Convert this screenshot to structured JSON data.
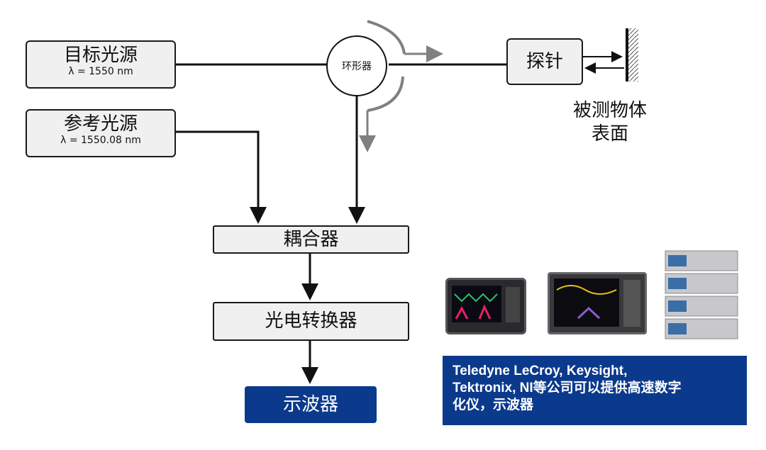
{
  "nodes": {
    "target_source": {
      "title": "目标光源",
      "wavelength": "λ = 1550 nm"
    },
    "reference_source": {
      "title": "参考光源",
      "wavelength": "λ = 1550.08 nm"
    },
    "circulator": "环形器",
    "probe": "探针",
    "surface_line1": "被测物体",
    "surface_line2": "表面",
    "coupler": "耦合器",
    "photodetector": "光电转换器",
    "oscilloscope": "示波器"
  },
  "vendor_note": {
    "line1": "Teledyne LeCroy, Keysight,",
    "line2": "Tektronix, NI等公司可以提供高速数字",
    "line3": "化仪，示波器"
  },
  "colors": {
    "wire": "#111111",
    "arc": "#808080",
    "box_fill": "#f0f0f0",
    "accent": "#0b3a8c"
  }
}
